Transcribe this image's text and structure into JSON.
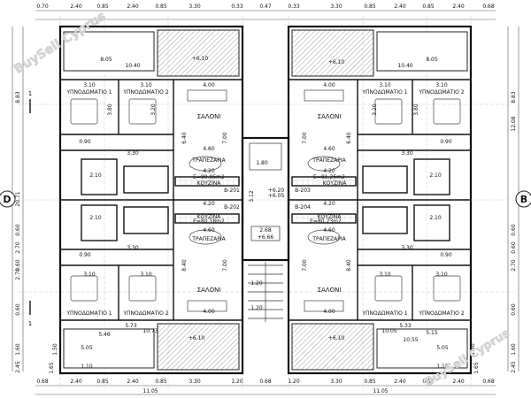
{
  "watermark": {
    "text_top_left": "BuySell Cyprus",
    "text_bottom_right": "BuySell Cyprus"
  },
  "section_markers": {
    "left": "D",
    "right": "B",
    "cut_top_left": "1",
    "cut_bottom_left": "1"
  },
  "top_dimensions": [
    "0.70",
    "2.40",
    "0.85",
    "2.40",
    "0.85",
    "3.30",
    "0.33",
    "0.47",
    "0.33",
    "3.30",
    "0.85",
    "2.40",
    "0.85",
    "2.40",
    "0.68"
  ],
  "bottom_dimensions": [
    "0.68",
    "2.40",
    "0.85",
    "2.40",
    "0.85",
    "3.30",
    "1.20",
    "0.68",
    "1.20",
    "3.30",
    "0.85",
    "2.40",
    "0.85",
    "2.40",
    "0.68"
  ],
  "bottom_totals": [
    "11.05",
    "11.05"
  ],
  "left_dimensions": [
    "8.83",
    "20.71",
    "0.60",
    "2.70",
    "0.60",
    "2.70",
    "0.60",
    "1.60",
    "2.45"
  ],
  "right_dimensions": [
    "8.83",
    "12.08",
    "0.60",
    "0.60",
    "2.70",
    "0.60",
    "1.60",
    "2.45"
  ],
  "apartment_labels": {
    "bedroom1": "ΥΠΝΟΔΩΜΑΤΙΟ 1",
    "bedroom2": "ΥΠΝΟΔΩΜΑΤΙΟ 2",
    "living": "ΣΑΛΟΝΙ",
    "dining": "ΤΡΑΠΕΖΑΡΙΑ",
    "kitchen": "ΚΟΥΖΙΝΑ"
  },
  "units": {
    "top_left": {
      "id": "B-201",
      "area": "E=80.85m2"
    },
    "top_right": {
      "id": "B-203",
      "area": "E=81.25m2"
    },
    "bottom_left": {
      "id": "B-202",
      "area": "E=80.18m2"
    },
    "bottom_right": {
      "id": "B-204",
      "area": "E=80.23m2"
    }
  },
  "levels": {
    "veranda_top_left": "+6.10",
    "veranda_top_right": "+6.10",
    "veranda_bottom_left": "+6.10",
    "veranda_bottom_right": "+6.10",
    "stair_top": "+6.20",
    "stair_top_2": "+6.05",
    "stair_bottom": "+6.66"
  },
  "room_dims": {
    "r400": "4.00",
    "r310": "3.10",
    "r320": "3.20",
    "r380": "3.80",
    "r460": "4.60",
    "r420": "4.20",
    "r640": "6.40",
    "r700": "7.00",
    "r840": "8.40",
    "r330": "3.30",
    "r180": "1.80",
    "r268": "2.68",
    "r312": "3.12",
    "r120": "1.20",
    "r210": "2.10",
    "r090": "0.90",
    "r805": "8.05",
    "r1040": "10.40",
    "r573": "5.73",
    "r1073": "10.73",
    "r546": "5.46",
    "r505": "5.05",
    "r150": "1.50",
    "r165": "1.65",
    "r110": "1.10",
    "r533": "5.33",
    "r1005": "10.05",
    "r515": "5.15",
    "r1055": "10.55"
  }
}
